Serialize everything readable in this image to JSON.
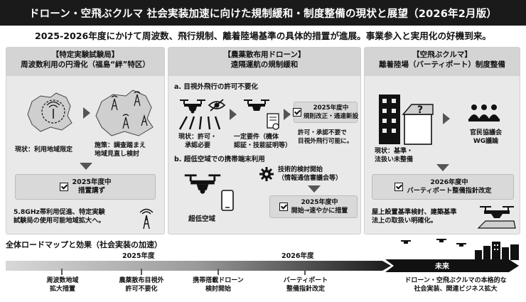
{
  "title": "ドローン・空飛ぶクルマ 社会実装加速に向けた規制緩和・制度整備の現状と展望（2026年2月版）",
  "subtitle": "2025-2026年度にかけて周波数、飛行規制、離着陸場基準の具体的措置が進展。事業参入と実用化の好機到来。",
  "panel1": {
    "tag": "【特定実験試験局】",
    "heading": "周波数利用の円滑化（福島“絆”特区）",
    "left_caption": "現状：利用地域限定",
    "right_caption": "施策：調査踏まえ\n地域見直し検討",
    "status_box": "2025年度中\n措置講ず",
    "footer": "5.8GHz帯利用促進、特定実験\n試験局の使用可能地域拡大へ。"
  },
  "panel2": {
    "tag": "【農薬散布用ドローン】",
    "heading": "遠隔運航の規制緩和",
    "section_a": "a. 目視外飛行の許可不要化",
    "a_left": "現状：許可・\n承認必要",
    "a_mid": "一定要件（機体\n認証・技能証明等）",
    "a_box": "2025年度中\n規則改正・通達新設",
    "a_result": "許可・承認不要で\n目視外飛行可能に。",
    "section_b": "b. 超低空域での携帯端末利用",
    "b_label": "超低空域",
    "b_study": "技術的検討開始\n（情報通信審議会等）",
    "b_box": "2025年度中\n開始→速やかに措置"
  },
  "panel3": {
    "tag": "【空飛ぶクルマ】",
    "heading": "離着陸場（バーティポート）制度整備",
    "left_caption": "現状：基準・\n法扱い未整備",
    "right_caption": "官民協議会\nWG議論",
    "status_box": "2026年度中\nバーティポート整備指針改定",
    "footer": "屋上設置基準検討、建築基準\n法上の取扱い明確化。"
  },
  "roadmap": {
    "title": "全体ロードマップと効果（社会実装の加速）",
    "year_2025": "2025年度",
    "year_2026": "2026年度",
    "future": "未来",
    "milestones": [
      {
        "label": "周波数地域\n拡大措置"
      },
      {
        "label": "農薬散布目視外\n許可不要化"
      },
      {
        "label": "携帯搭載ドローン\n検討開始"
      },
      {
        "label": "バーティポート\n整備指針改定"
      }
    ],
    "outcome": "ドローン・空飛ぶクルマの本格的な\n社会実装、関連ビジネス拡大"
  }
}
